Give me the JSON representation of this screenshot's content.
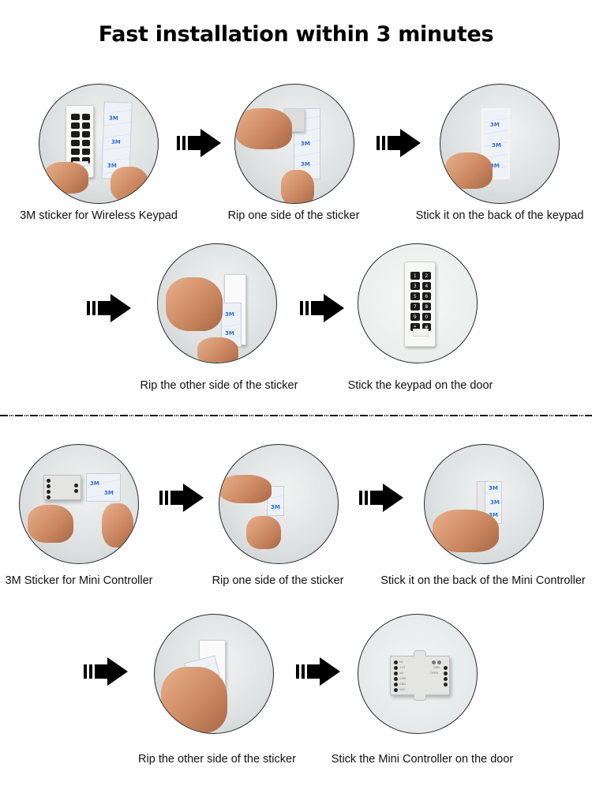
{
  "title": "Fast installation within 3 minutes",
  "sections": [
    {
      "name": "wireless-keypad",
      "steps": [
        {
          "caption": "3M sticker for Wireless Keypad"
        },
        {
          "caption": "Rip one side of the sticker"
        },
        {
          "caption": "Stick it on the back of the keypad"
        },
        {
          "caption": "Rip the other side of the sticker"
        },
        {
          "caption": "Stick the keypad on the door"
        }
      ]
    },
    {
      "name": "mini-controller",
      "steps": [
        {
          "caption": "3M Sticker for Mini Controller"
        },
        {
          "caption": "Rip one side of the sticker"
        },
        {
          "caption": "Stick it on the back of the Mini Controller"
        },
        {
          "caption": "Rip the other side of the sticker"
        },
        {
          "caption": "Stick the Mini Controller on the door"
        }
      ]
    }
  ],
  "keypad_keys": [
    "1",
    "2",
    "3",
    "4",
    "5",
    "6",
    "7",
    "8",
    "9",
    "0",
    "*",
    "#"
  ],
  "sticker_logo": "3M",
  "controller_labels": {
    "left": [
      "NC",
      "+12",
      "NO",
      "COM",
      "GND",
      "VDC"
    ],
    "right": [
      "GND",
      "OPEN"
    ]
  },
  "icons": {
    "arrow": "arrow-right-icon",
    "divider": "dashed-divider"
  },
  "colors": {
    "text": "#111111",
    "arrow": "#000000",
    "sticker_logo": "#2f6fd0",
    "background": "#ffffff"
  }
}
